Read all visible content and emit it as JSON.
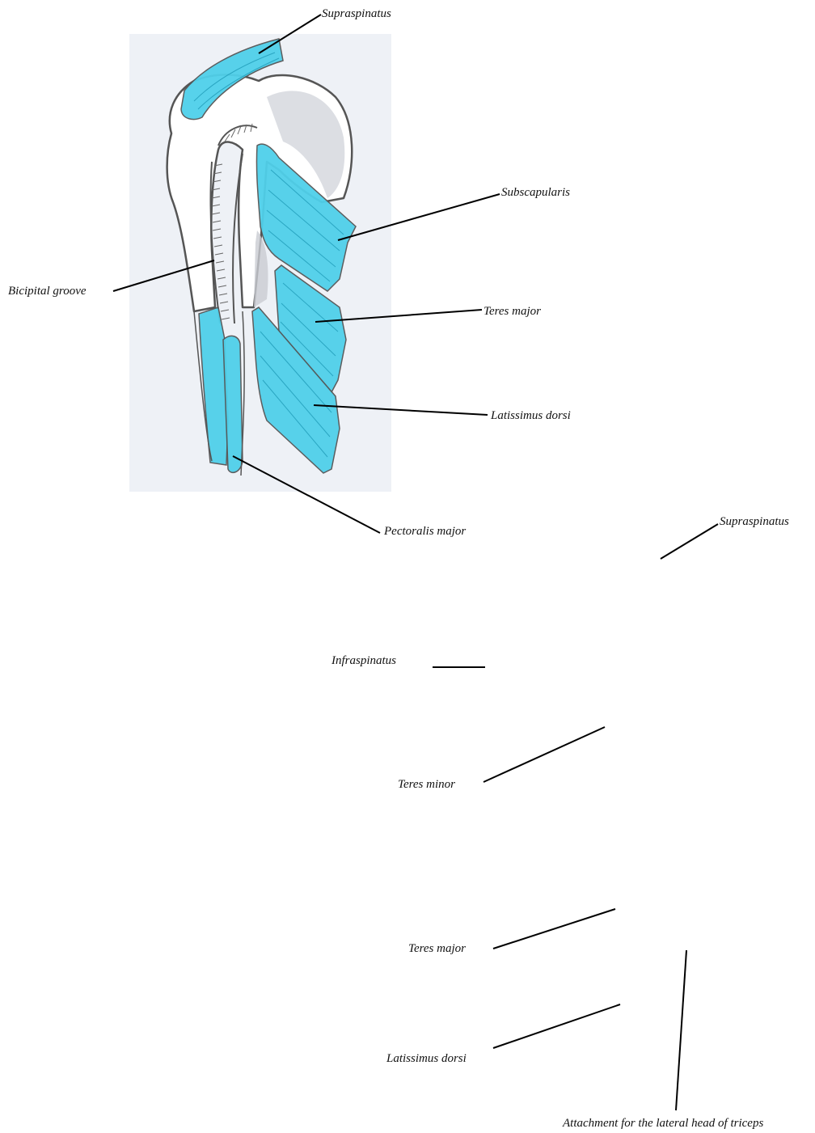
{
  "figure": {
    "colors": {
      "muscle": "#4fd0ea",
      "muscle_light": "#a9e8f5",
      "bone_outline": "#555555",
      "shade": "#c9ccd2",
      "background_wash": "#eef1f6",
      "leader": "#000000"
    },
    "anterior_view": {
      "labels": {
        "supraspinatus": "Supraspinatus",
        "subscapularis": "Subscapularis",
        "bicipital_groove": "Bicipital groove",
        "teres_major": "Teres major",
        "latissimus_dorsi": "Latissimus dorsi",
        "pectoralis_major": "Pectoralis major"
      }
    },
    "posterior_view": {
      "labels": {
        "supraspinatus": "Supraspinatus",
        "infraspinatus": "Infraspinatus",
        "teres_minor": "Teres minor",
        "teres_major": "Teres major",
        "latissimus_dorsi": "Latissimus dorsi",
        "triceps_lateral_head": "Attachment for the lateral head of triceps"
      }
    }
  }
}
